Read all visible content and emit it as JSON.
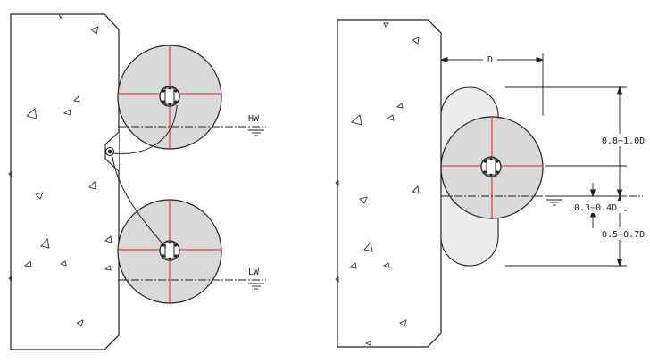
{
  "left_diagram": {
    "water_level_high": "HW",
    "water_level_low": "LW"
  },
  "right_diagram": {
    "diameter": "D",
    "dim_upper": "0.8−1.0D",
    "dim_middle": "0.3−0.4D",
    "dim_lower": "0.5−0.7D"
  },
  "colors": {
    "line": "#222222",
    "fender_fill": "#d9d9d9",
    "fender_fill_light": "#ececec",
    "center_line": "#e02020"
  }
}
